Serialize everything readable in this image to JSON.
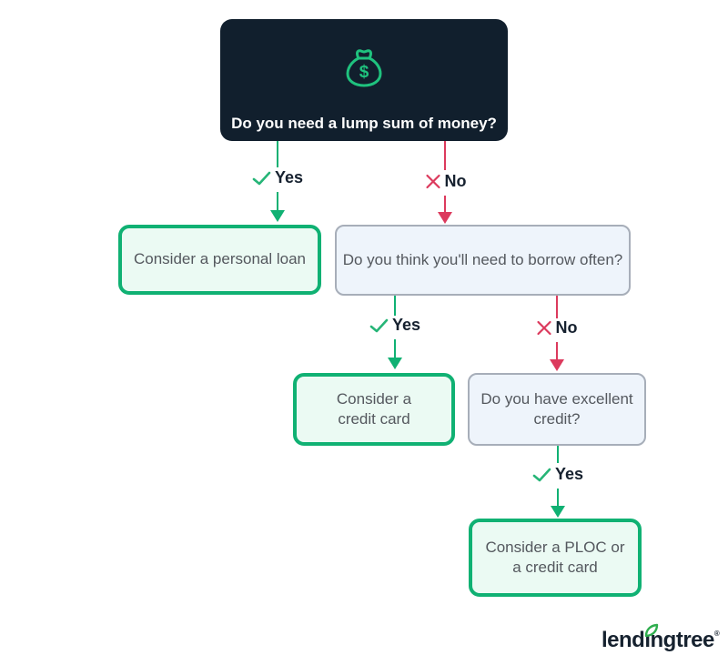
{
  "colors": {
    "navy": "#111f2d",
    "green": "#10b173",
    "green_icon": "#1fc27e",
    "mint_bg": "#ebfaf3",
    "red": "#dc3a5d",
    "gray_border": "#a7aeb9",
    "blue_bg": "#eef4fb",
    "node_text": "#54585e",
    "label_text": "#16212f"
  },
  "flowchart": {
    "root": {
      "icon": "money-bag-icon",
      "question": "Do you need a lump sum of money?"
    },
    "answers": {
      "yes": "Yes",
      "no": "No"
    },
    "nodes": {
      "personal_loan": "Consider a personal loan",
      "borrow_often": "Do you think you'll need to borrow often?",
      "credit_card": "Consider a\ncredit card",
      "excellent_credit": "Do you have excellent\ncredit?",
      "ploc": "Consider a PLOC or\na credit card"
    }
  },
  "logo": {
    "brand": "lendingtree",
    "registered": "®"
  }
}
